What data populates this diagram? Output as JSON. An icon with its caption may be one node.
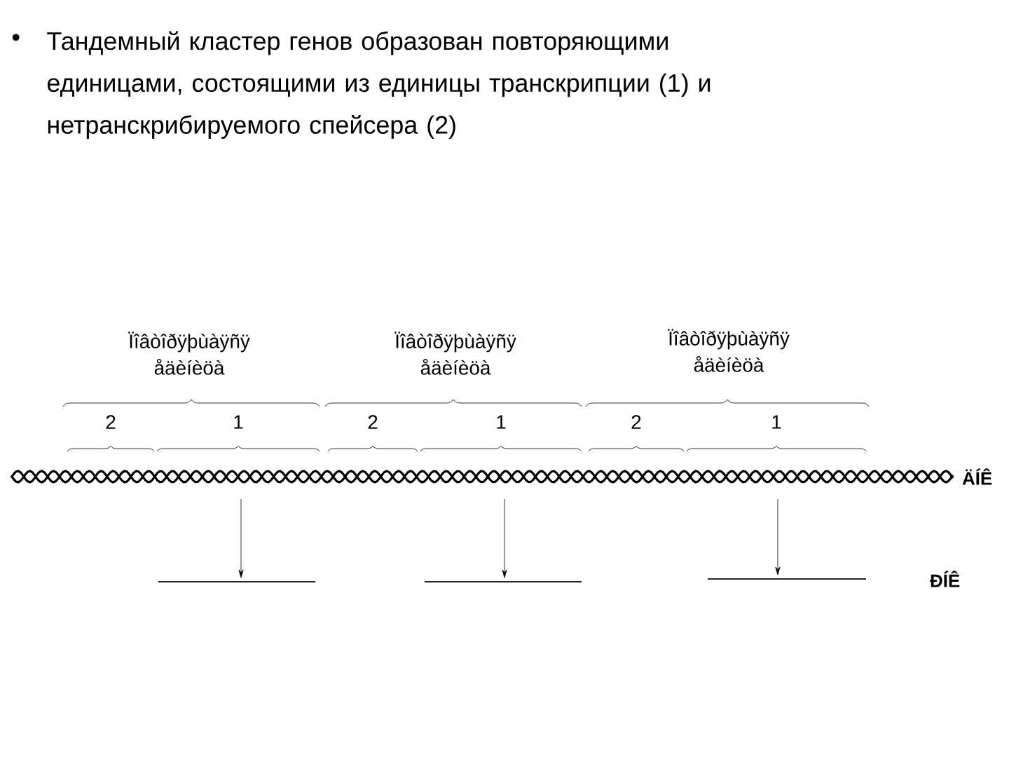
{
  "diagram": {
    "title": "Тандемный кластер генов образован повторяющими единицами,  состоящими  из единицы транскрипции (1) и нетранскрибируемого спейсера (2)",
    "nodes": [
      {
        "text": [],
        "shape": "bar"
      },
      {
        "text": [],
        "shape": "bar"
      },
      {
        "text": [],
        "shape": "bar"
      }
    ],
    "edges": [
      {
        "from": null,
        "to": 0,
        "arrow": "to"
      },
      {
        "from": null,
        "to": 1,
        "arrow": "to"
      },
      {
        "from": null,
        "to": 2,
        "arrow": "to"
      }
    ],
    "labels": [
      "•",
      "Ïîâòîðÿþùàÿñÿ åäèíèöà",
      "Ïîâòîðÿþùàÿñÿ åäèíèöà",
      "Ïîâòîðÿþùàÿñÿ åäèíèöà",
      "2",
      "1",
      "2",
      "1",
      "2",
      "1",
      "ÄÍÊ",
      "ÐÍÊ"
    ]
  }
}
